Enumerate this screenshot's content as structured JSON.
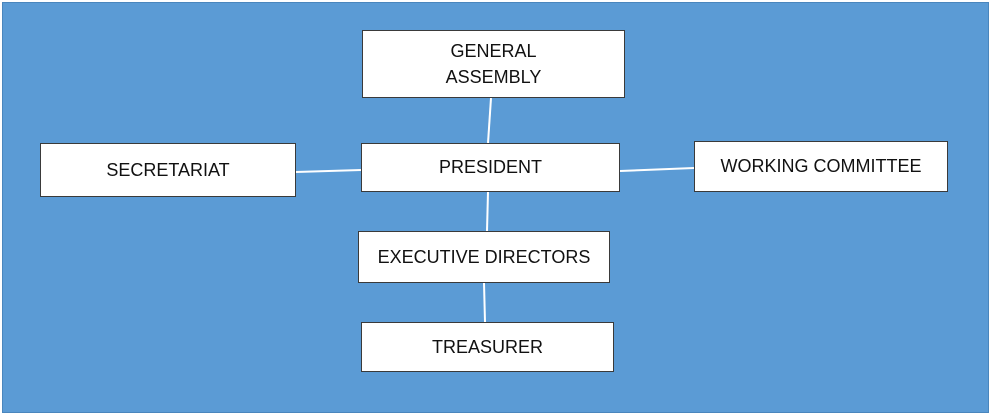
{
  "diagram": {
    "nodes": {
      "general_assembly": {
        "line1": "GENERAL",
        "line2": "ASSEMBLY"
      },
      "president": {
        "label": "PRESIDENT"
      },
      "secretariat": {
        "label": "SECRETARIAT"
      },
      "working_committee": {
        "label": "WORKING COMMITTEE"
      },
      "executive_directors": {
        "label": "EXECUTIVE DIRECTORS"
      },
      "treasurer": {
        "label": "TREASURER"
      }
    },
    "edges": [
      {
        "from": "general_assembly",
        "to": "president"
      },
      {
        "from": "president",
        "to": "secretariat"
      },
      {
        "from": "president",
        "to": "working_committee"
      },
      {
        "from": "president",
        "to": "executive_directors"
      },
      {
        "from": "executive_directors",
        "to": "treasurer"
      }
    ],
    "colors": {
      "background": "#5b9bd5",
      "box_fill": "#ffffff",
      "connector": "#ffffff",
      "text": "#111111"
    }
  }
}
